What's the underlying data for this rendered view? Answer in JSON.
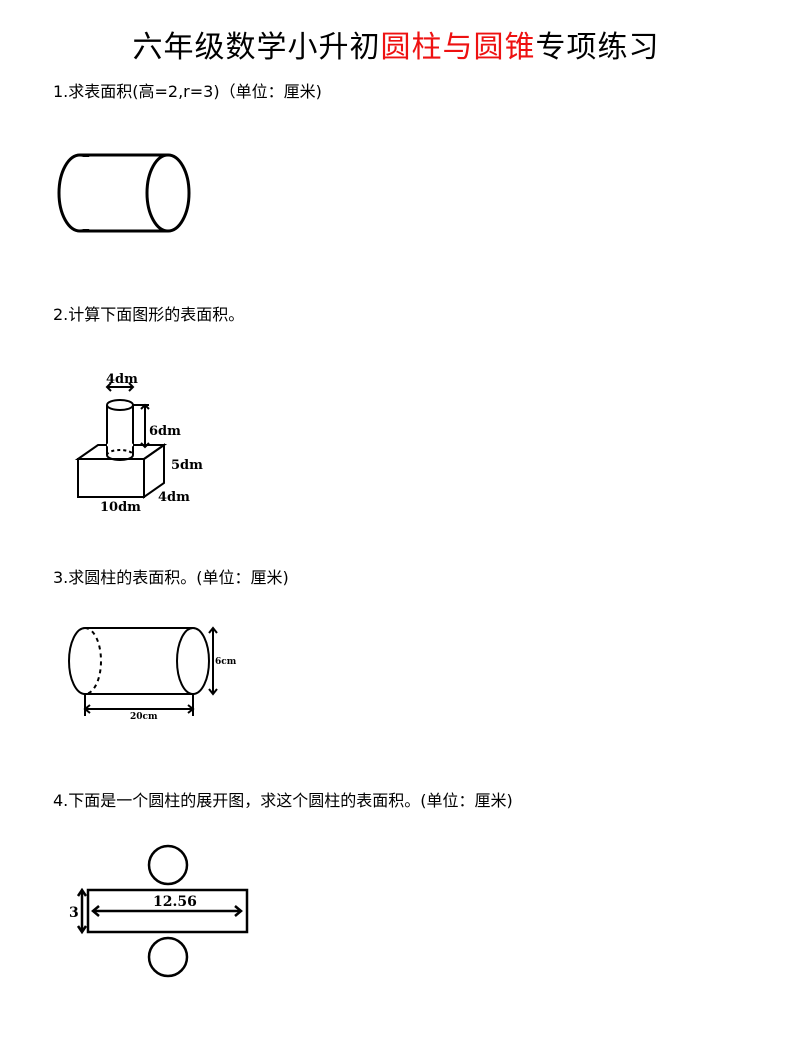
{
  "title": {
    "part1": "六年级数学小升初",
    "highlight": "圆柱与圆锥",
    "part2": "专项练习"
  },
  "colors": {
    "highlight": "#ee1111"
  },
  "questions": [
    {
      "text": "1.求表面积(高=2,r=3)（单位：厘米)"
    },
    {
      "text": "2.计算下面图形的表面积。",
      "labels": {
        "diameter": "4dm",
        "height": "6dm",
        "box_h": "5dm",
        "box_d": "4dm",
        "box_w": "10dm"
      }
    },
    {
      "text": "3.求圆柱的表面积。(单位：厘米)",
      "labels": {
        "diameter": "6cm",
        "length": "20cm"
      }
    },
    {
      "text": "4.下面是一个圆柱的展开图，求这个圆柱的表面积。(单位：厘米)",
      "labels": {
        "height": "3",
        "length": "12.56"
      }
    }
  ]
}
